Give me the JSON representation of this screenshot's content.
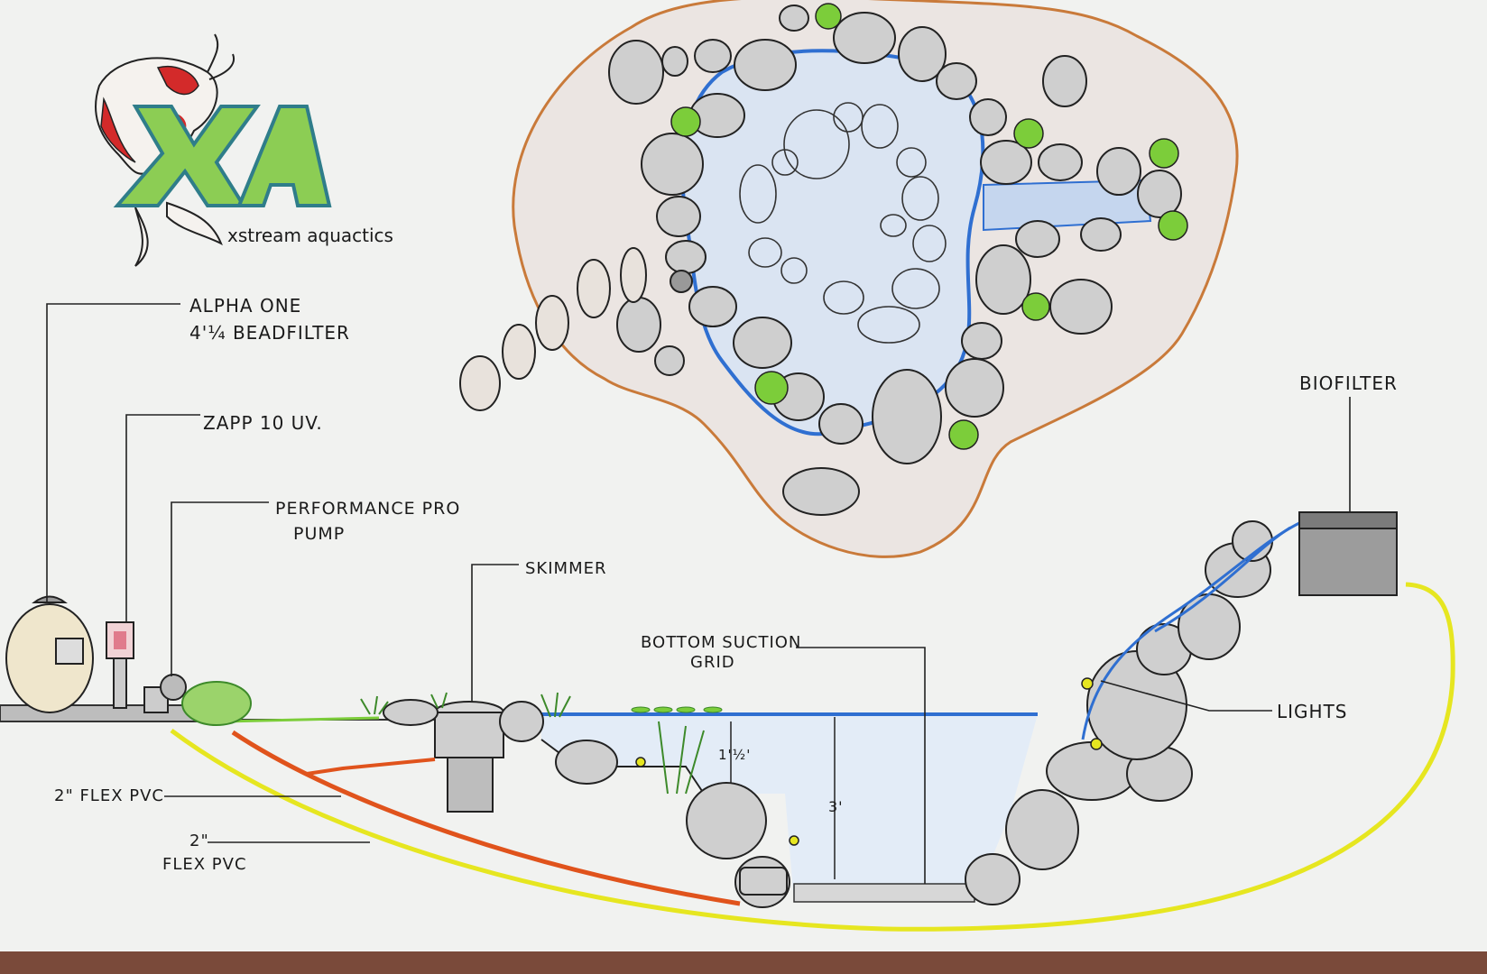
{
  "brand": {
    "logo_letters": "XA",
    "name": "xstream aquactics"
  },
  "labels": {
    "filter_line1": "ALPHA ONE",
    "filter_line2": "4'¼ BEADFILTER",
    "uv": "ZAPP 10 UV.",
    "pump_line1": "PERFORMANCE PRO",
    "pump_line2": "PUMP",
    "skimmer": "SKIMMER",
    "grid_line1": "BOTTOM SUCTION",
    "grid_line2": "GRID",
    "biofilter": "BIOFILTER",
    "lights": "LIGHTS",
    "pipe1": "2\" FLEX PVC",
    "pipe2_line1": "2\"",
    "pipe2_line2": "FLEX PVC",
    "depth_shallow": "1'½'",
    "depth_deep": "3'"
  },
  "colors": {
    "paper": "#f1f2f0",
    "water": "#d9e6f2",
    "water_edge": "#2f6fd1",
    "rock": "#c9c9c9",
    "plant": "#7ccd3a",
    "pipe_yellow": "#e6e620",
    "pipe_orange": "#e0531c",
    "outline_orange": "#c97a3a",
    "koi_red": "#d32a2a",
    "logo_green": "#8ccd54",
    "logo_teal": "#2f7d8a"
  }
}
